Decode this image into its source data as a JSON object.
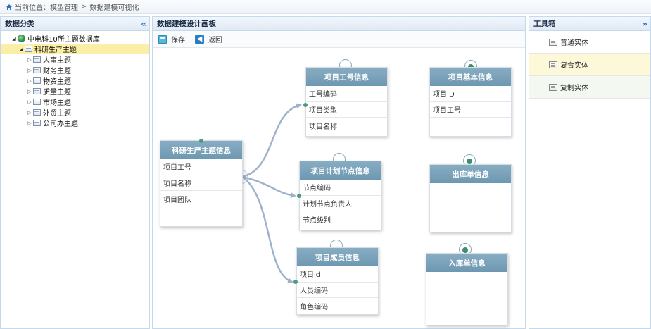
{
  "breadcrumb": {
    "home": "当前位置：",
    "items": [
      "模型管理",
      "数据建模可视化"
    ],
    "sep": ">"
  },
  "left": {
    "title": "数据分类",
    "collapse": "«",
    "root": "中电科10所主题数据库",
    "items": [
      {
        "label": "科研生产主题",
        "selected": true
      },
      {
        "label": "人事主题"
      },
      {
        "label": "财务主题"
      },
      {
        "label": "物资主题"
      },
      {
        "label": "质量主题"
      },
      {
        "label": "市场主题"
      },
      {
        "label": "外贸主题"
      },
      {
        "label": "公司办主题"
      }
    ]
  },
  "center": {
    "title": "数据建模设计画板",
    "save_label": "保存",
    "back_label": "返回",
    "entities": {
      "main": {
        "title": "科研生产主题信息",
        "fields": [
          "项目工号",
          "项目名称",
          "项目团队"
        ]
      },
      "work": {
        "title": "项目工号信息",
        "fields": [
          "工号编码",
          "项目类型",
          "项目名称"
        ]
      },
      "plan": {
        "title": "项目计划节点信息",
        "fields": [
          "节点编码",
          "计划节点负责人",
          "节点级别"
        ]
      },
      "member": {
        "title": "项目成员信息",
        "fields": [
          "项目id",
          "人员编码",
          "角色编码"
        ]
      },
      "basic": {
        "title": "项目基本信息",
        "fields": [
          "项目ID",
          "项目工号",
          ""
        ]
      },
      "out": {
        "title": "出库单信息",
        "fields": []
      },
      "in": {
        "title": "入库单信息",
        "fields": []
      }
    }
  },
  "right": {
    "title": "工具箱",
    "collapse": "»",
    "tools": [
      "普通实体",
      "复合实体",
      "复制实体"
    ]
  },
  "colors": {
    "entity_header": "#7aa1b9",
    "link": "#9eb3cb",
    "anchor": "#3d8f73",
    "selected_row": "#fbeea7"
  }
}
